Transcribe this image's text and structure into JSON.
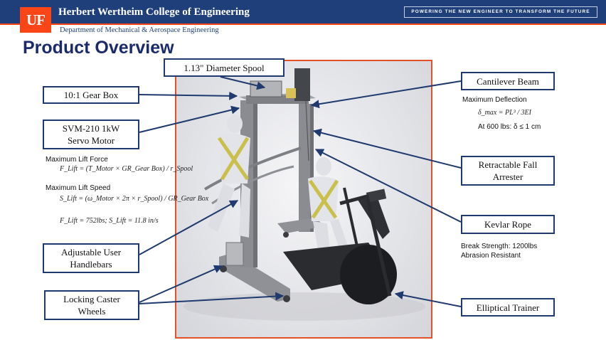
{
  "header": {
    "logo": "UF",
    "college": "Herbert Wertheim College of Engineering",
    "tagline": "POWERING THE NEW ENGINEER TO TRANSFORM THE FUTURE",
    "department": "Department of Mechanical & Aerospace Engineering"
  },
  "slide": {
    "title": "Product Overview"
  },
  "callouts": {
    "spool": "1.13\" Diameter Spool",
    "gearbox": "10:1 Gear Box",
    "motor": "SVM-210 1kW\nServo Motor",
    "handlebars": "Adjustable User\nHandlebars",
    "casters": "Locking Caster\nWheels",
    "beam": "Cantilever Beam",
    "arrester": "Retractable Fall\nArrester",
    "rope": "Kevlar Rope",
    "trainer": "Elliptical Trainer"
  },
  "notes": {
    "lift_force_label": "Maximum Lift Force",
    "lift_force_formula": "F_Lift = (T_Motor × GR_Gear Box) / r_Spool",
    "lift_speed_label": "Maximum Lift Speed",
    "lift_speed_formula": "S_Lift = (ω_Motor × 2π × r_Spool) / GR_Gear Box",
    "lift_results": "F_Lift = 752lbs; S_Lift = 11.8 in/s",
    "deflection_label": "Maximum Deflection",
    "deflection_formula": "δ_max = PL³ / 3EI",
    "deflection_result": "At 600 lbs: δ ≤ 1 cm",
    "rope_strength": "Break Strength: 1200lbs",
    "rope_abrasion": "Abrasion Resistant"
  },
  "colors": {
    "header_blue": "#1f3f7a",
    "uf_orange": "#fa4616",
    "title_navy": "#1a2a6b",
    "callout_border": "#1f3a6e",
    "photo_border": "#e4502a"
  }
}
